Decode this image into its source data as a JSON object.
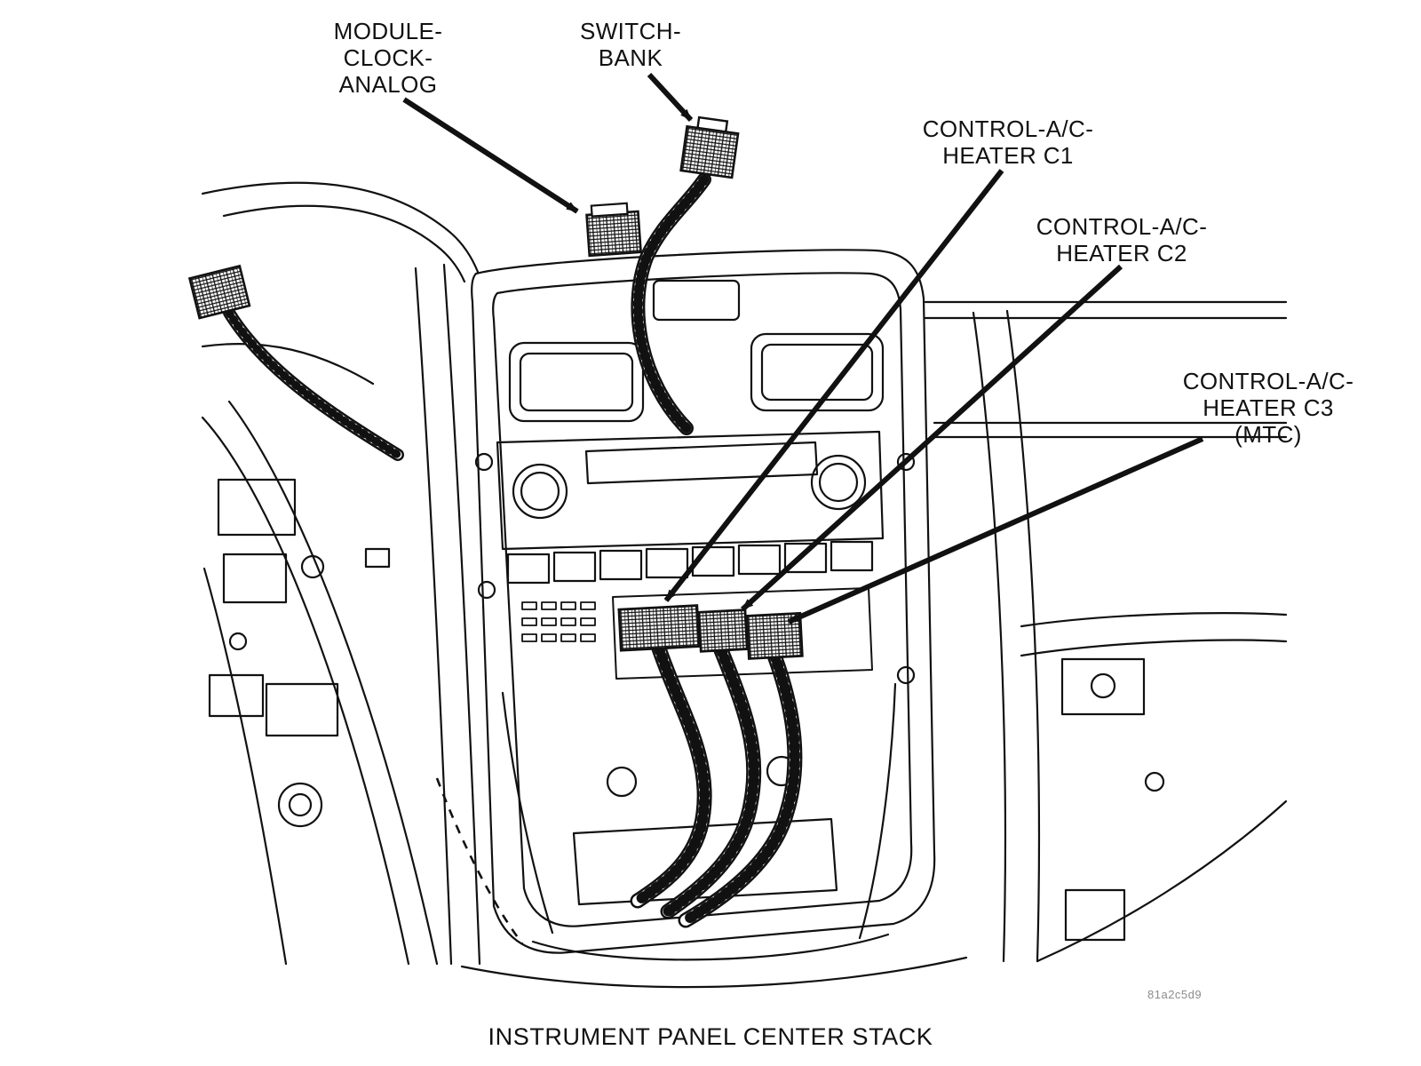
{
  "colors": {
    "ink": "#111111",
    "background": "#ffffff",
    "figure_code_text": "#8c8c8c"
  },
  "figure": {
    "caption": "INSTRUMENT PANEL CENTER STACK",
    "code": "81a2c5d9"
  },
  "callouts": {
    "module_clock_analog": {
      "lines": [
        "MODULE-",
        "CLOCK-",
        "ANALOG"
      ]
    },
    "switch_bank": {
      "lines": [
        "SWITCH-",
        "BANK"
      ]
    },
    "control_ac_heater_c1": {
      "lines": [
        "CONTROL-A/C-",
        "HEATER C1"
      ]
    },
    "control_ac_heater_c2": {
      "lines": [
        "CONTROL-A/C-",
        "HEATER C2"
      ]
    },
    "control_ac_heater_c3": {
      "lines": [
        "CONTROL-A/C-",
        "HEATER C3",
        "(MTC)"
      ]
    }
  }
}
